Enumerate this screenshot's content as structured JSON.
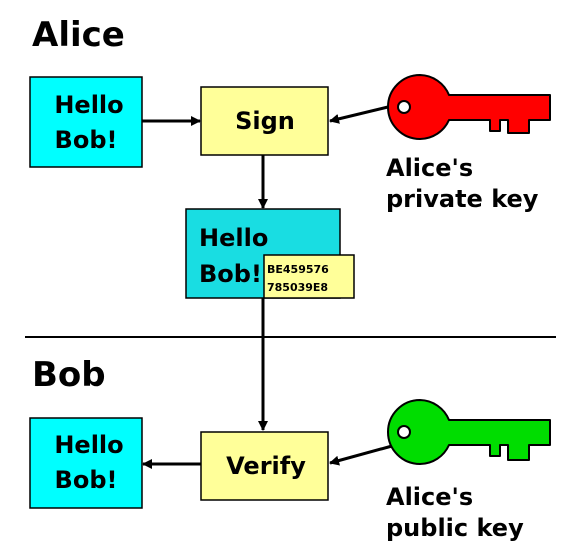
{
  "sections": {
    "alice": "Alice",
    "bob": "Bob"
  },
  "alice": {
    "message_line1": "Hello",
    "message_line2": "Bob!",
    "sign_label": "Sign",
    "key_label_line1": "Alice's",
    "key_label_line2": "private key",
    "key_color": "#ff0000"
  },
  "signed_message": {
    "line1": "Hello",
    "line2": "Bob!",
    "signature_line1": "BE459576",
    "signature_line2": "785039E8"
  },
  "bob": {
    "verify_label": "Verify",
    "message_line1": "Hello",
    "message_line2": "Bob!",
    "key_label_line1": "Alice's",
    "key_label_line2": "public key",
    "key_color": "#00dd00"
  },
  "colors": {
    "message_box": "#00ffff",
    "signed_box": "#19dde2",
    "process_box": "#ffff99",
    "signature_box": "#ffff99"
  }
}
